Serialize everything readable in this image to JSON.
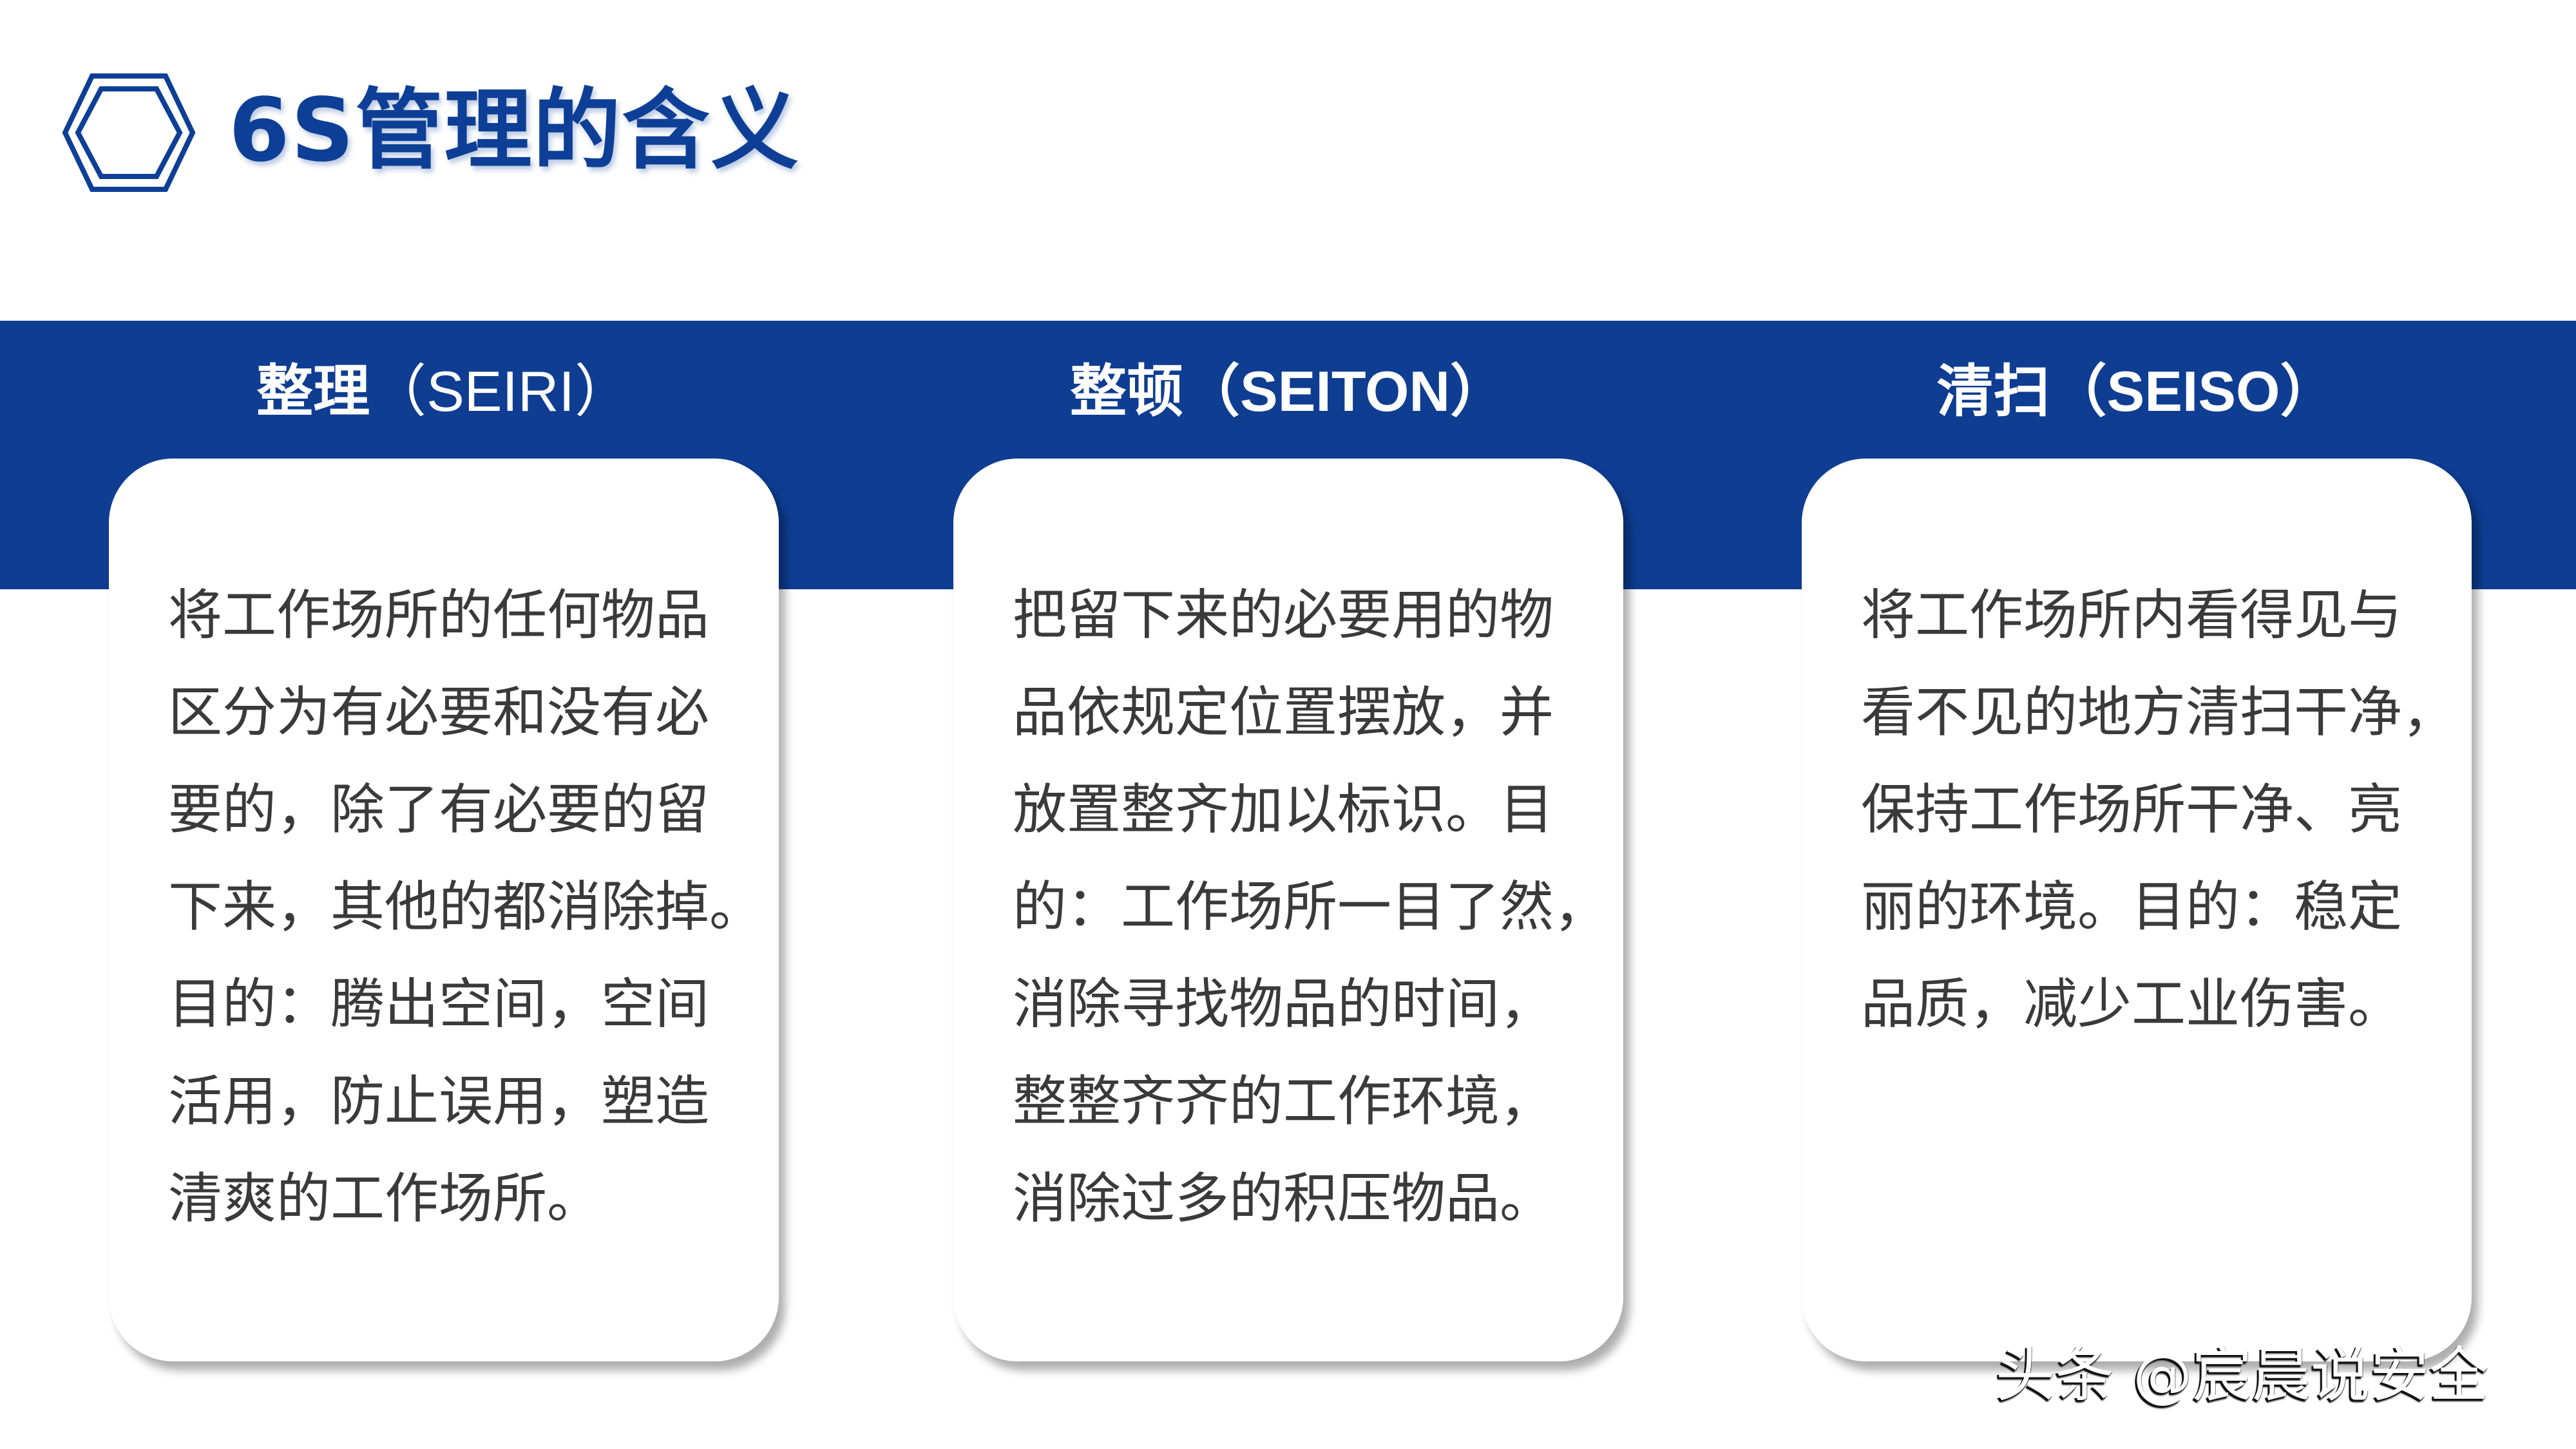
{
  "title": {
    "icon": "hexagon-icon",
    "text": "6S管理的含义"
  },
  "colors": {
    "brand_blue": "#0e3d92",
    "title_blue": "#0e3f97",
    "body_text": "#3a3a3a",
    "card_bg": "#ffffff"
  },
  "columns": [
    {
      "heading_cn": "整理",
      "heading_en": "（SEIRI）",
      "lines": [
        "将工作场所的任何物品",
        "区分为有必要和没有必",
        "要的，除了有必要的留",
        "下来，其他的都消除掉。",
        "目的：腾出空间，空间",
        "活用，防止误用，塑造",
        "清爽的工作场所。"
      ]
    },
    {
      "heading_cn": "整顿",
      "heading_en": "（SEITON）",
      "lines": [
        "把留下来的必要用的物",
        "品依规定位置摆放，并",
        "放置整齐加以标识。目",
        "的：工作场所一目了然，",
        "消除寻找物品的时间，",
        "整整齐齐的工作环境，",
        "消除过多的积压物品。"
      ]
    },
    {
      "heading_cn": "清扫",
      "heading_en": "（SEISO）",
      "lines": [
        "将工作场所内看得见与",
        "看不见的地方清扫干净，",
        "保持工作场所干净、亮",
        "丽的环境。目的：稳定",
        "品质，减少工业伤害。"
      ]
    }
  ],
  "watermark": {
    "text": "头条 @宸晨说安全"
  }
}
